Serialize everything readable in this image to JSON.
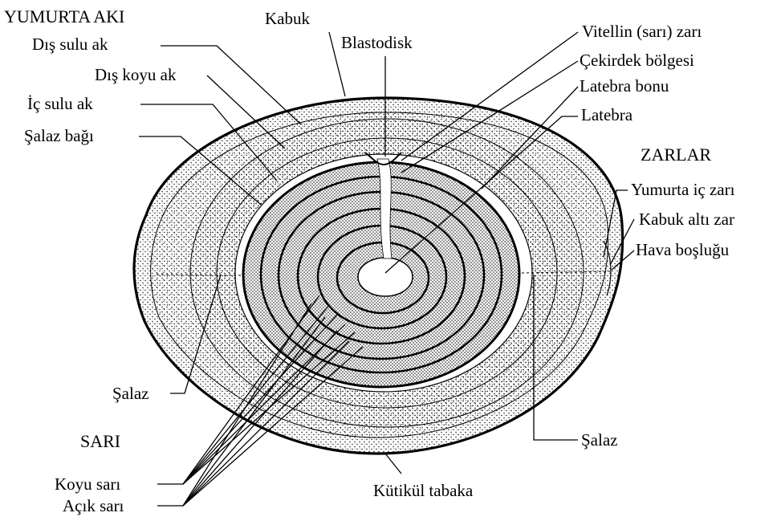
{
  "headings": {
    "egg_white": "YUMURTA AKI",
    "membranes": "ZARLAR",
    "yolk": "SARI"
  },
  "labels": {
    "shell": "Kabuk",
    "outer_thin_white": "Dış sulu ak",
    "outer_thick_white": "Dış koyu ak",
    "inner_thin_white": "İç sulu ak",
    "chalaziferous_layer": "Şalaz bağı",
    "blastodisc": "Blastodisk",
    "vitelline_membrane": "Vitellin (sarı) zarı",
    "nucleus_region": "Çekirdek bölgesi",
    "latebra_neck": "Latebra bonu",
    "latebra": "Latebra",
    "inner_shell_membrane": "Yumurta iç zarı",
    "outer_shell_membrane": "Kabuk altı zar",
    "air_cell": "Hava boşluğu",
    "chalaza_left": "Şalaz",
    "chalaza_right": "Şalaz",
    "dark_yolk": "Koyu sarı",
    "light_yolk": "Açık sarı",
    "cuticle": "Kütikül tabaka"
  }
}
